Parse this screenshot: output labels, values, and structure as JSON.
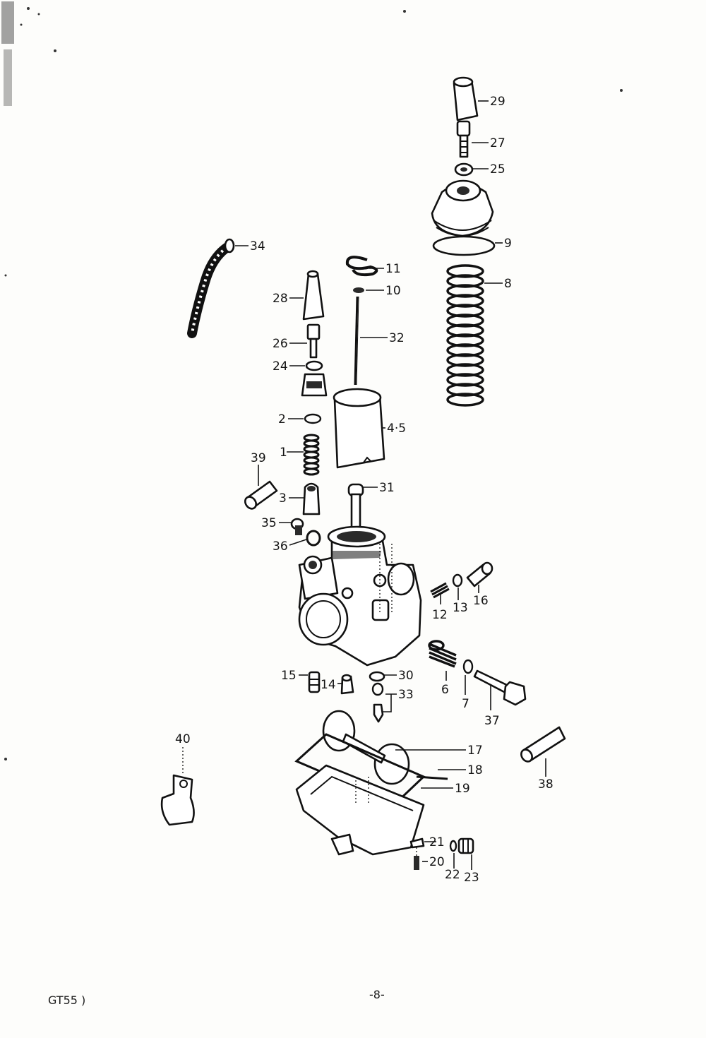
{
  "callouts": {
    "29": "29",
    "27": "27",
    "25": "25",
    "9": "9",
    "8": "8",
    "34": "34",
    "11": "11",
    "10": "10",
    "32": "32",
    "28": "28",
    "26": "26",
    "24": "24",
    "2": "2",
    "1": "1",
    "39": "39",
    "3": "3",
    "35": "35",
    "36": "36",
    "4_5": "4·5",
    "31": "31",
    "12": "12",
    "13": "13",
    "16": "16",
    "6": "6",
    "7": "7",
    "37": "37",
    "15": "15",
    "14": "14",
    "30": "30",
    "33": "33",
    "17": "17",
    "18": "18",
    "19": "19",
    "21": "21",
    "20": "20",
    "22": "22",
    "23": "23",
    "38": "38",
    "40": "40"
  },
  "footer": {
    "model_code": "GT55 )",
    "page_number": "-8-"
  }
}
